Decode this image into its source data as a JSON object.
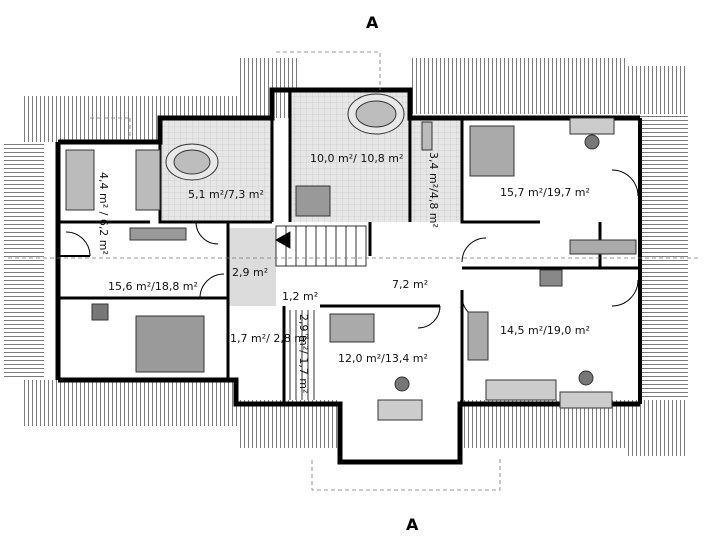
{
  "plan": {
    "section_marker": "A",
    "rooms": [
      {
        "id": "left-room-top",
        "text": "4,4 m² / 6,2 m²"
      },
      {
        "id": "bathroom-left",
        "text": "5,1 m²/7,3 m²"
      },
      {
        "id": "bathroom-center",
        "text": "10,0 m²/ 10,8 m²"
      },
      {
        "id": "utility",
        "text": "3,4 m²/4,8 m²"
      },
      {
        "id": "bedroom-top-right",
        "text": "15,7 m²/19,7 m²"
      },
      {
        "id": "bedroom-left",
        "text": "15,6 m²/18,8 m²"
      },
      {
        "id": "hall-small",
        "text": "2,9 m²"
      },
      {
        "id": "stair-landing",
        "text": "1,2 m²"
      },
      {
        "id": "hall",
        "text": "7,2 m²"
      },
      {
        "id": "bedroom-bottom-right",
        "text": "14,5 m²/19,0 m²"
      },
      {
        "id": "closet",
        "text": "1,7 m²/ 2,8 m²"
      },
      {
        "id": "stair-area",
        "text": "2,9 m²/ 1,7 m²"
      },
      {
        "id": "bedroom-bottom-center",
        "text": "12,0 m²/13,4 m²"
      }
    ]
  }
}
